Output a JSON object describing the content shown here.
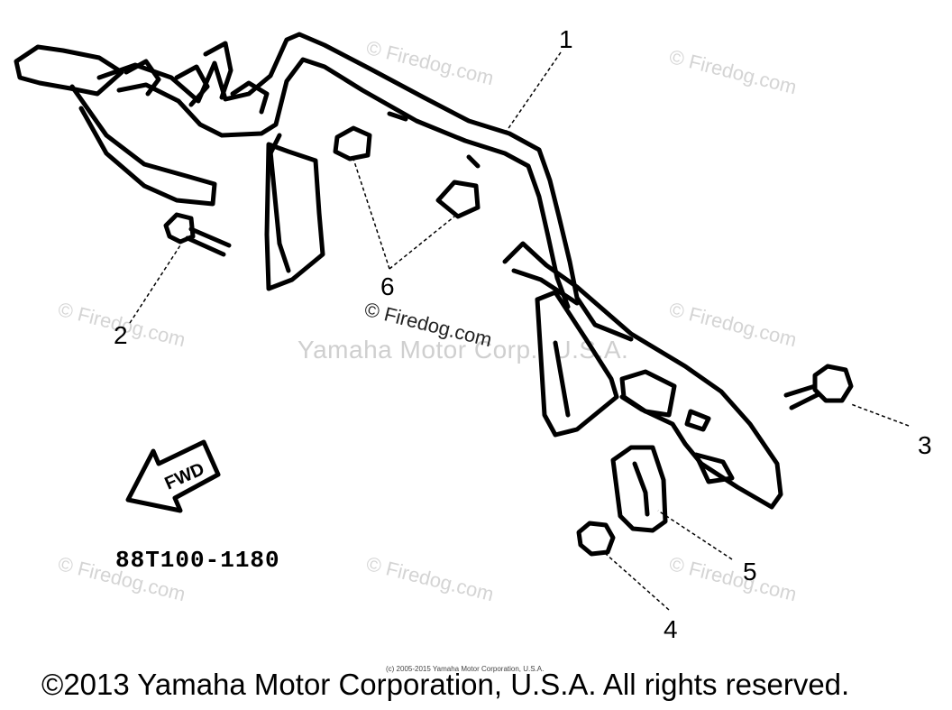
{
  "watermark": {
    "firedog": "© Firedog.com",
    "center": "Yamaha Motor Corp., U.S.A."
  },
  "callouts": {
    "c1": "1",
    "c2": "2",
    "c3": "3",
    "c4": "4",
    "c5": "5",
    "c6": "6"
  },
  "fwd_label": "FWD",
  "part_number": "88T100-1180",
  "small_copyright": "(c) 2005-2015 Yamaha Motor Corporation, U.S.A.",
  "footer": "©2013 Yamaha Motor Corporation, U.S.A. All rights reserved."
}
